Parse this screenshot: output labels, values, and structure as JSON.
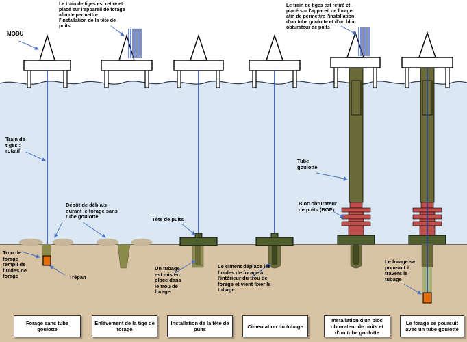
{
  "labels": {
    "modu": "MODU",
    "note_top_1": "Le train de tiges est retiré et placé sur l'appareil de forage afin de permettre l'installation de la tête de puits",
    "note_top_2": "Le train de tiges est retiré et placé sur l'appareil de forage afin de permettre l'installation d'un tube goulotte et d'un bloc obturateur de puits",
    "drill_string": "Train de tiges : rotatif",
    "cuttings": "Dépôt de déblais durant le forage sans tube goulotte",
    "wellhead": "Tête de puits",
    "riser": "Tube goulotte",
    "bop": "Bloc obturateur de puits (BOP)",
    "hole_fluid": "Trou de forage rempli de fluides de forage",
    "bit": "Trépan",
    "casing": "Un tubage est mis en place dans le trou de forage",
    "cement": "Le ciment déplace les fluides de forage à l'intérieur du trou de forage et vient fixer le tubage",
    "continue": "Le forage se poursuit à travers le tubage"
  },
  "stages": [
    "Forage sans tube goulotte",
    "Enlèvement de la tige de forage",
    "Installation de la tête de puits",
    "Cimentation du tubage",
    "Installation d'un bloc obturateur de puits et d'un tube goulotte",
    "Le forage se poursuit avec un tube goulotte"
  ],
  "colors": {
    "sea": "#dbe8f4",
    "seabed": "#d9c3a5",
    "casing": "#6b6b3a",
    "wellhead": "#4f5e2d",
    "bop": "#c0504d",
    "bit": "#e46c0a",
    "drill_line": "#1f3f9f",
    "pipe_rack": "#2e55c4"
  }
}
